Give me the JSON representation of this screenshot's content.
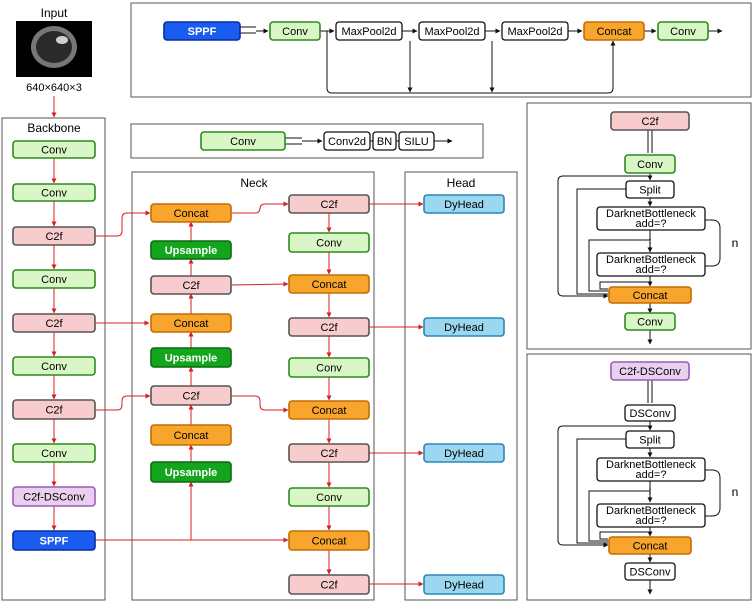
{
  "titles": {
    "input": "Input",
    "input_size": "640×640×3",
    "backbone": "Backbone",
    "neck": "Neck",
    "head": "Head",
    "n1": "n",
    "n2": "n"
  },
  "labels": {
    "conv": "Conv",
    "c2f": "C2f",
    "c2f_dsconv": "C2f-DSConv",
    "sppf": "SPPF",
    "concat": "Concat",
    "upsample": "Upsample",
    "dyhead": "DyHead",
    "maxpool": "MaxPool2d",
    "conv2d": "Conv2d",
    "bn": "BN",
    "silu": "SILU",
    "split": "Split",
    "bottleneck": "DarknetBottleneck",
    "add": "add=?",
    "dsconv": "DSConv",
    "dots": "⋮"
  },
  "colors": {
    "conv_fill": "#d9f7c6",
    "conv_stroke": "#2d8a1d",
    "c2f_fill": "#f8cccc",
    "c2f_stroke": "#555555",
    "dsc_fill": "#e8d0ee",
    "dsc_stroke": "#9c5bb5",
    "sppf_fill": "#1b5cf0",
    "sppf_stroke": "#0a2d9a",
    "concat_fill": "#f7a52c",
    "concat_stroke": "#c46c00",
    "ups_fill": "#13a51b",
    "ups_stroke": "#0a6a10",
    "dyhead_fill": "#9bd8f0",
    "dyhead_stroke": "#2a85b8"
  }
}
